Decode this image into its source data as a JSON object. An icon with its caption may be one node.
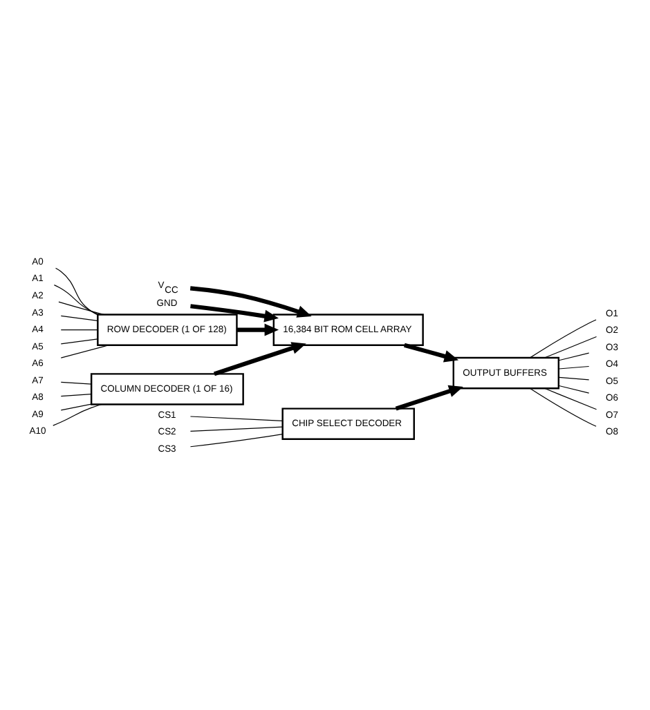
{
  "diagram": {
    "nodes": [
      {
        "text": [
          "V$_{CC}$"
        ]
      },
      {
        "text": [
          "GND"
        ]
      },
      {
        "text": [
          "A0"
        ]
      },
      {
        "text": [
          "A1"
        ]
      },
      {
        "text": [
          "A2"
        ]
      },
      {
        "text": [
          "A3"
        ]
      },
      {
        "text": [
          "A4"
        ]
      },
      {
        "text": [
          "A5"
        ]
      },
      {
        "text": [
          "A6"
        ]
      },
      {
        "text": [
          "ROW DECODER (1 OF 128)"
        ]
      },
      {
        "text": [
          "16,384 BIT ROM CELL ARRAY"
        ]
      },
      {
        "text": [
          "OUTPUT BUFFERS"
        ]
      },
      {
        "text": [
          "O1"
        ]
      },
      {
        "text": [
          "O2"
        ]
      },
      {
        "text": [
          "O3"
        ]
      },
      {
        "text": [
          "O4"
        ]
      },
      {
        "text": [
          "O5"
        ]
      },
      {
        "text": [
          "O6"
        ]
      },
      {
        "text": [
          "O7"
        ]
      },
      {
        "text": [
          "O8"
        ]
      },
      {
        "text": [
          "CHIP SELECT DECODER"
        ]
      },
      {
        "text": [
          "COLUMN DECODER (1 OF 16)"
        ]
      },
      {
        "text": [
          "A7"
        ]
      },
      {
        "text": [
          "A8"
        ]
      },
      {
        "text": [
          "A9"
        ]
      },
      {
        "text": [
          "A10"
        ]
      },
      {
        "text": [
          "CS1"
        ]
      },
      {
        "text": [
          "CS2"
        ]
      },
      {
        "text": [
          "CS3"
        ]
      }
    ],
    "edges": [
      {
        "from": 0,
        "to": 10,
        "arrow": "to",
        "style": "thick"
      },
      {
        "from": 1,
        "to": 10,
        "arrow": "to",
        "style": "thick"
      },
      {
        "from": 2,
        "to": 9,
        "arrow": "none"
      },
      {
        "from": 3,
        "to": 9,
        "arrow": "none"
      },
      {
        "from": 4,
        "to": 9,
        "arrow": "none"
      },
      {
        "from": 5,
        "to": 9,
        "arrow": "none"
      },
      {
        "from": 6,
        "to": 9,
        "arrow": "none"
      },
      {
        "from": 7,
        "to": 9,
        "arrow": "none"
      },
      {
        "from": 8,
        "to": 9,
        "arrow": "none"
      },
      {
        "from": 9,
        "to": 10,
        "arrow": "to",
        "style": "thick"
      },
      {
        "from": 10,
        "to": 11,
        "arrow": "to",
        "style": "thick"
      },
      {
        "from": 11,
        "to": 12,
        "arrow": "none"
      },
      {
        "from": 11,
        "to": 13,
        "arrow": "none"
      },
      {
        "from": 11,
        "to": 14,
        "arrow": "none"
      },
      {
        "from": 11,
        "to": 15,
        "arrow": "none"
      },
      {
        "from": 11,
        "to": 16,
        "arrow": "none"
      },
      {
        "from": 11,
        "to": 17,
        "arrow": "none"
      },
      {
        "from": 11,
        "to": 18,
        "arrow": "none"
      },
      {
        "from": 11,
        "to": 19,
        "arrow": "none"
      },
      {
        "from": 20,
        "to": 11,
        "arrow": "to",
        "style": "thick"
      },
      {
        "from": 21,
        "to": 10,
        "arrow": "to",
        "style": "thick"
      },
      {
        "from": 22,
        "to": 21,
        "arrow": "none"
      },
      {
        "from": 23,
        "to": 21,
        "arrow": "none"
      },
      {
        "from": 24,
        "to": 21,
        "arrow": "none"
      },
      {
        "from": 25,
        "to": 21,
        "arrow": "none"
      },
      {
        "from": 26,
        "to": 20,
        "arrow": "none"
      },
      {
        "from": 27,
        "to": 20,
        "arrow": "none"
      },
      {
        "from": 28,
        "to": 20,
        "arrow": "none"
      }
    ]
  }
}
